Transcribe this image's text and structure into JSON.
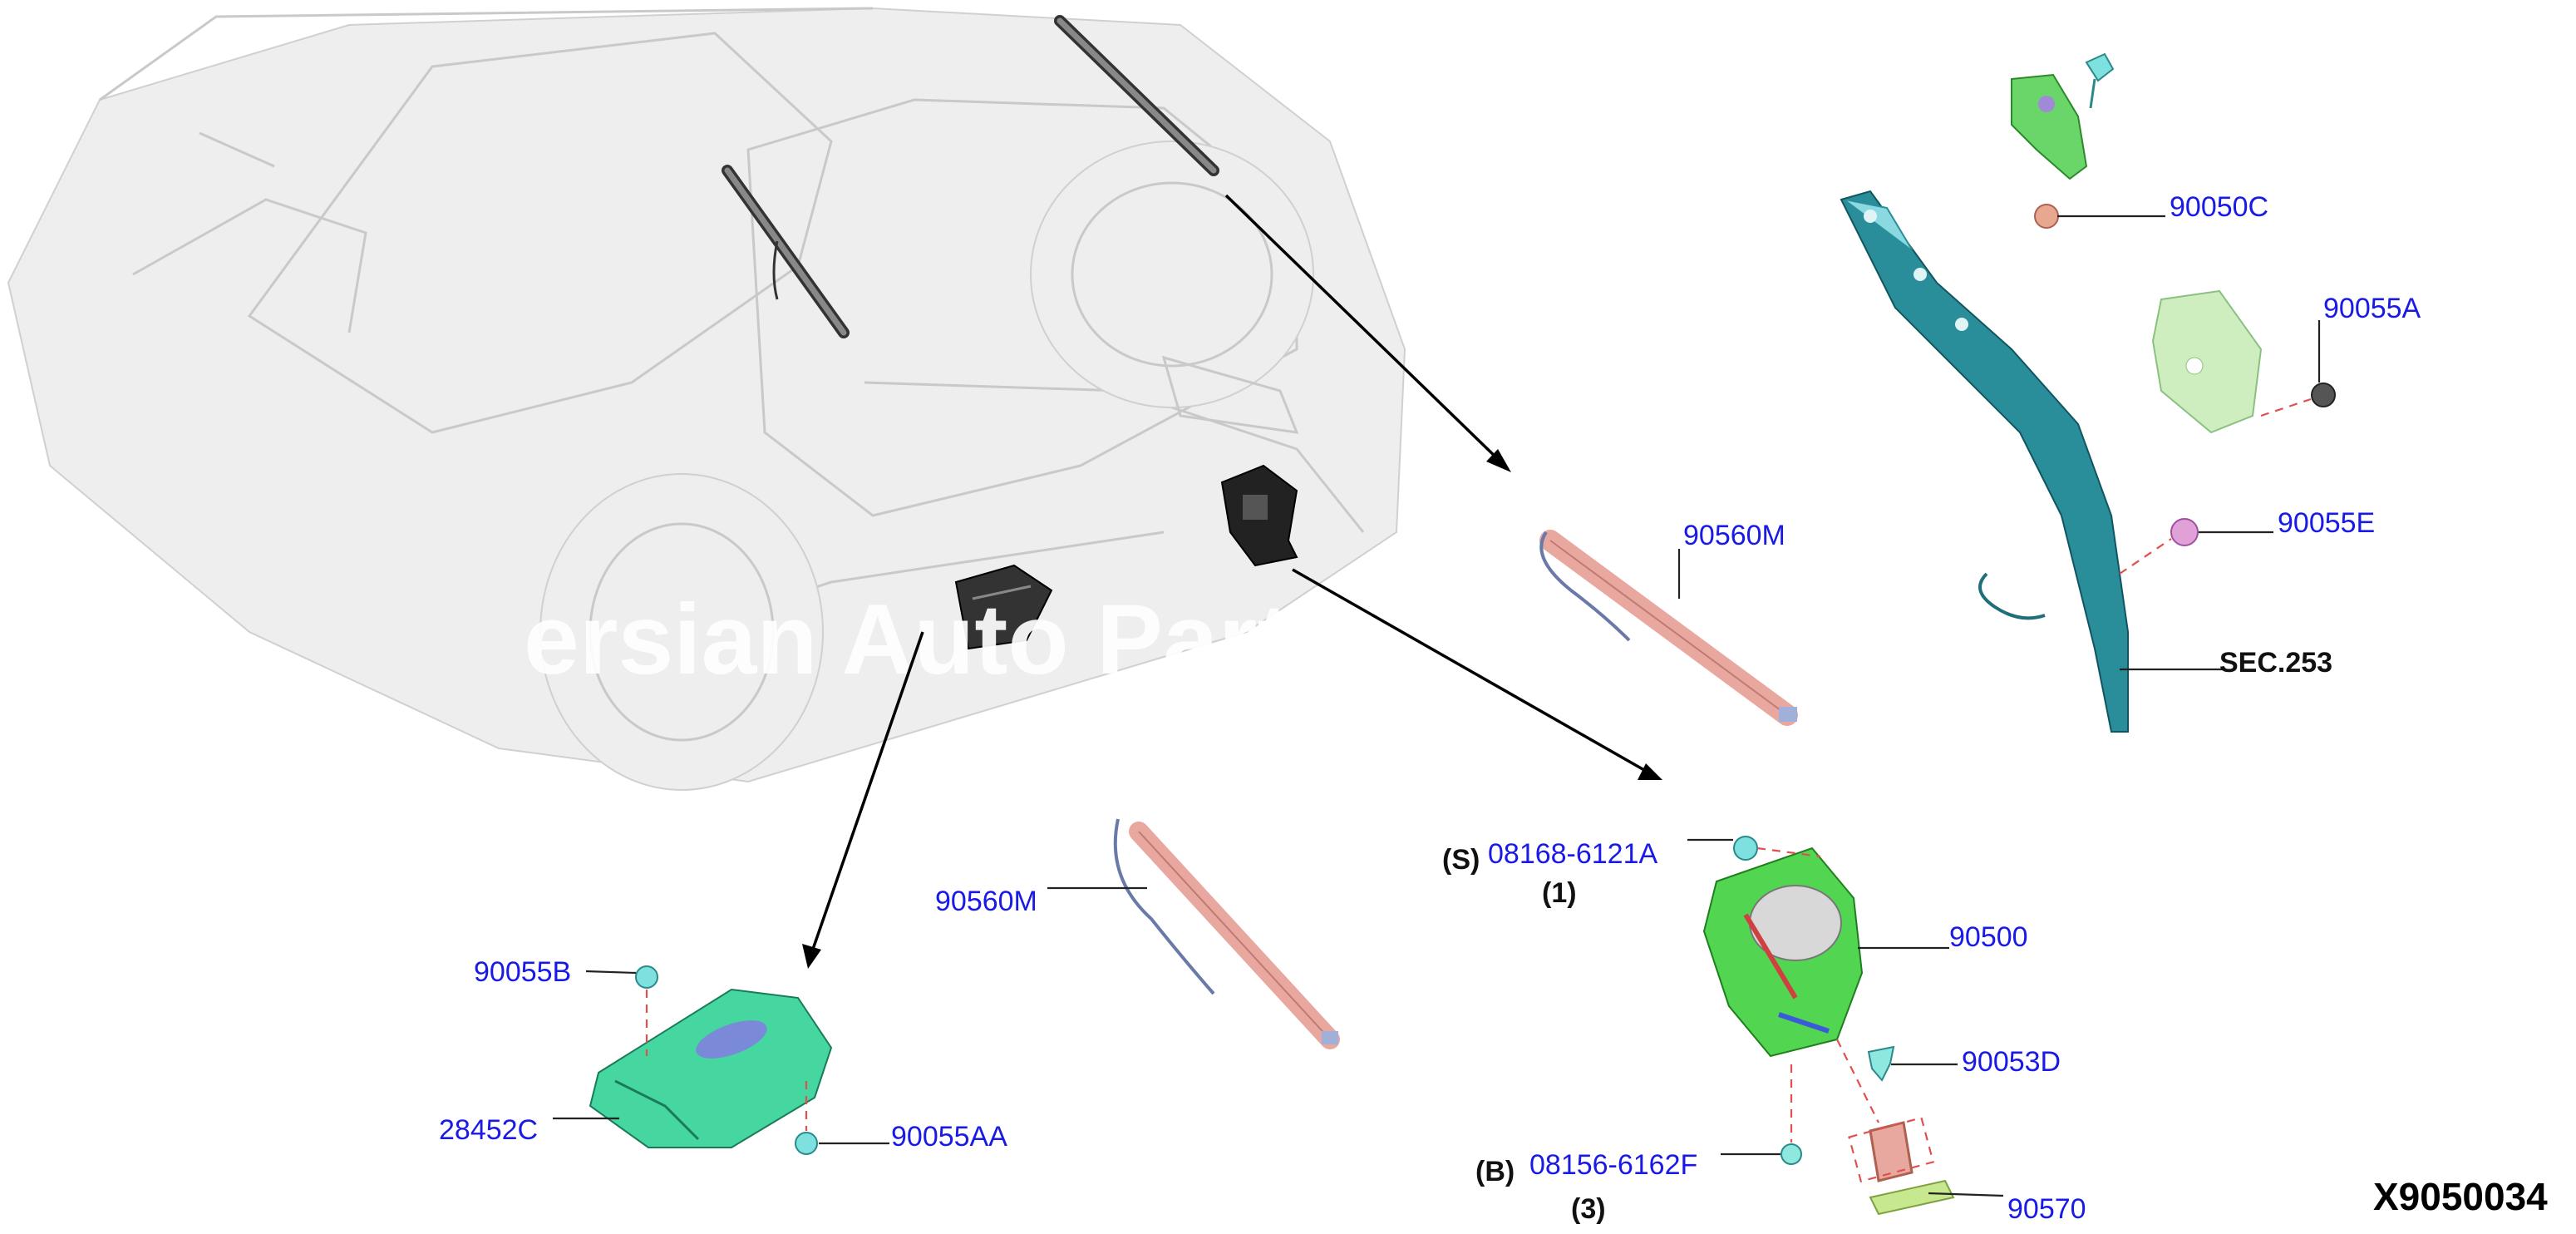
{
  "diagram": {
    "figure_code": "X9050034",
    "watermark": "ersian Auto Parts",
    "labels": {
      "l_90050C": "90050C",
      "l_90055A": "90055A",
      "l_90055E": "90055E",
      "l_sec": "SEC.253",
      "l_90560M_top": "90560M",
      "l_90560M_bottom": "90560M",
      "l_08168": "08168-6121A",
      "l_08168_prefix": "(S)",
      "l_08168_qty": "(1)",
      "l_90500": "90500",
      "l_90053D": "90053D",
      "l_08156": "08156-6162F",
      "l_08156_prefix": "(B)",
      "l_08156_qty": "(3)",
      "l_90570": "90570",
      "l_90055B": "90055B",
      "l_28452C": "28452C",
      "l_90055AA": "90055AA"
    },
    "colors": {
      "label_blue": "#1a1ae6",
      "strut_pink": "#e8a8a0",
      "bracket_green": "#3ccf8e",
      "motor_green": "#52d652",
      "pillar_teal": "#1f7f8a"
    }
  }
}
